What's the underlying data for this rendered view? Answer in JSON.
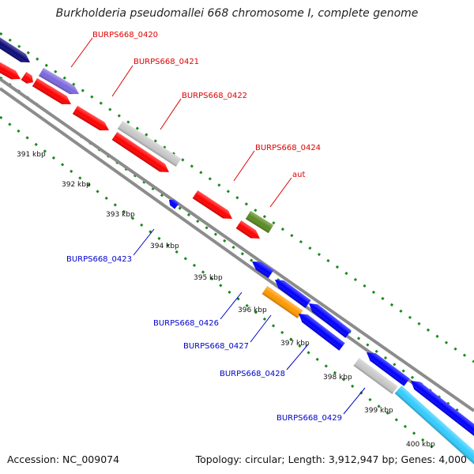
{
  "title": "Burkholderia pseudomallei 668 chromosome I, complete genome",
  "footer": {
    "accession": "Accession: NC_009074",
    "topology": "Topology: circular; Length: 3,912,947 bp; Genes: 4,000"
  },
  "colors": {
    "forward_red": "#ff0000",
    "reverse_blue": "#0000ff",
    "navy": "#0b0b7a",
    "lavender": "#7b68dd",
    "gray_gene": "#c8c8c8",
    "olive": "#5a8a22",
    "orange": "#ff9900",
    "cyan": "#33ccff",
    "backbone": "#8c8c8c",
    "ticks": "#1a8a1a"
  },
  "ticks": [
    "391 kbp",
    "392 kbp",
    "393 kbp",
    "394 kbp",
    "395 kbp",
    "396 kbp",
    "397 kbp",
    "398 kbp",
    "399 kbp",
    "400 kbp"
  ],
  "top_labels": [
    "BURPS668_0420",
    "BURPS668_0421",
    "BURPS668_0422",
    "BURPS668_0424",
    "aut"
  ],
  "bottom_labels": [
    "BURPS668_0423",
    "BURPS668_0426",
    "BURPS668_0427",
    "BURPS668_0428",
    "BURPS668_0429"
  ]
}
